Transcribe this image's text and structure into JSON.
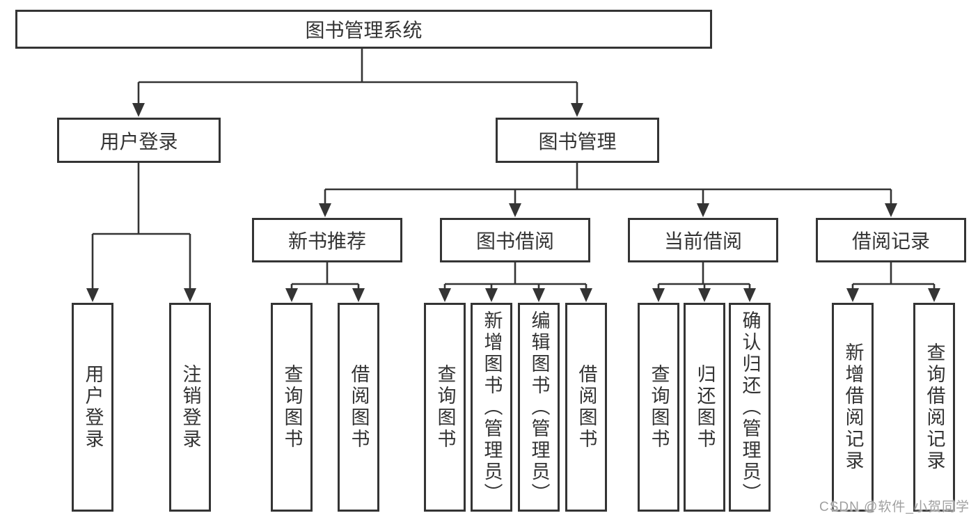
{
  "diagram": {
    "type": "tree",
    "root": {
      "label": "图书管理系统"
    },
    "level2": [
      {
        "label": "用户登录",
        "children": [
          "用户登录",
          "注销登录"
        ]
      },
      {
        "label": "图书管理"
      }
    ],
    "level3": [
      {
        "label": "新书推荐",
        "children": [
          "查询图书",
          "借阅图书"
        ]
      },
      {
        "label": "图书借阅",
        "children": [
          "查询图书",
          "新增图书（管理员）",
          "编辑图书（管理员）",
          "借阅图书"
        ]
      },
      {
        "label": "当前借阅",
        "children": [
          "查询图书",
          "归还图书",
          "确认归还（管理员）"
        ]
      },
      {
        "label": "借阅记录",
        "children": [
          "新增借阅记录",
          "查询借阅记录"
        ]
      }
    ]
  },
  "watermark": {
    "text": "CSDN @软件_小贺同学"
  },
  "colors": {
    "line": "#343434",
    "text": "#333333",
    "watermark": "#a0a0a0",
    "background": "#ffffff"
  }
}
